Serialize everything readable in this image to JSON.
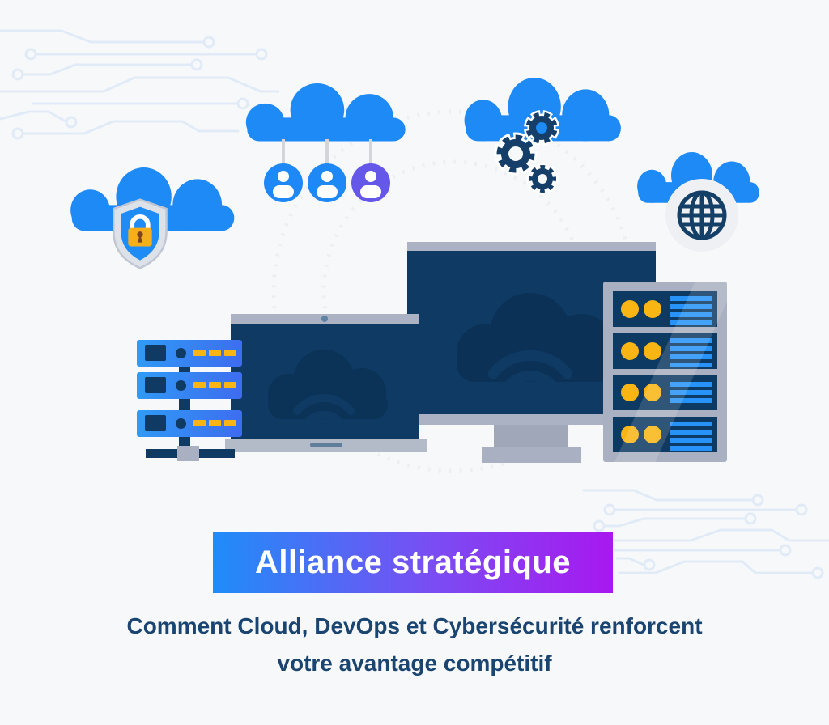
{
  "banner": {
    "title": "Alliance stratégique",
    "gradient_start": "#1F8DF9",
    "gradient_end": "#A818EF",
    "text_color": "#FFFFFF"
  },
  "subtitle": {
    "line1": "Comment Cloud, DevOps et Cybersécurité renforcent",
    "line2": "votre avantage compétitif",
    "color": "#1B4571"
  },
  "illustration": {
    "clouds": [
      {
        "name": "cloud-security",
        "icon": "shield-lock-icon"
      },
      {
        "name": "cloud-users",
        "icon": "user-avatars-icon",
        "avatar_colors": [
          "#1E88F7",
          "#1E88F7",
          "#6557E8"
        ]
      },
      {
        "name": "cloud-devops",
        "icon": "gears-icon"
      },
      {
        "name": "cloud-network",
        "icon": "globe-icon"
      }
    ],
    "devices": [
      "server-stack",
      "laptop",
      "desktop-monitor",
      "server-rack"
    ],
    "colors": {
      "cloud_blue": "#1E8AF6",
      "screen_navy": "#0E3A63",
      "watermark_navy": "#0B3156",
      "metal_gray": "#ABB2C3",
      "amber": "#F9B514",
      "bar_blue": "#2793F8",
      "gear_navy": "#153F68",
      "lock_amber": "#F6AF1C",
      "background": "#F7F8FA",
      "circuit_trace": "#E1EBF7"
    }
  }
}
